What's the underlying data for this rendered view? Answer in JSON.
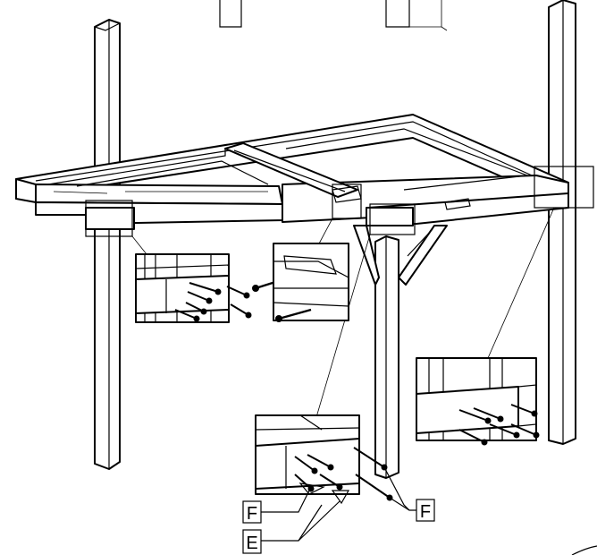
{
  "diagram": {
    "labels": {
      "fastener_f_left": "F",
      "fastener_f_right": "F",
      "fastener_e": "E"
    },
    "colors": {
      "ink": "#000000",
      "paper": "#ffffff"
    }
  }
}
